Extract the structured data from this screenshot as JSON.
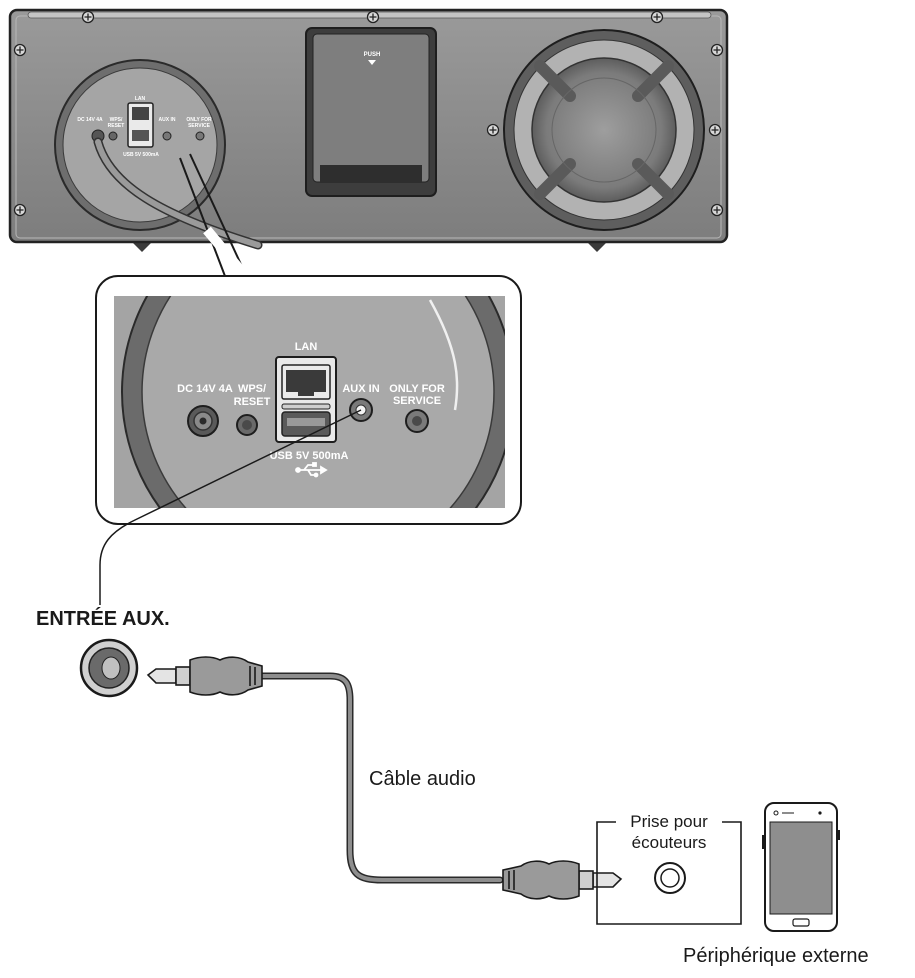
{
  "device": {
    "push_label": "PUSH",
    "small_panel": {
      "dc_label": "DC 14V 4A",
      "wps_label_line1": "WPS/",
      "wps_label_line2": "RESET",
      "lan_label": "LAN",
      "aux_label": "AUX IN",
      "service_line1": "ONLY FOR",
      "service_line2": "SERVICE",
      "usb_label": "USB 5V 500mA"
    }
  },
  "zoom_panel": {
    "dc_label": "DC 14V 4A",
    "wps_label_line1": "WPS/",
    "wps_label_line2": "RESET",
    "lan_label": "LAN",
    "aux_label": "AUX IN",
    "service_line1": "ONLY FOR",
    "service_line2": "SERVICE",
    "usb_label": "USB 5V 500mA"
  },
  "labels": {
    "aux_input": "ENTRÉE AUX.",
    "audio_cable": "Câble audio",
    "headphone_jack_line1": "Prise pour",
    "headphone_jack_line2": "écouteurs",
    "external_device": "Périphérique externe"
  },
  "colors": {
    "device_body": "#8c8c8c",
    "panel_bg": "#a8a8a8",
    "cable": "#7a7a7a",
    "outline": "#222222"
  },
  "icons": [
    "usb-icon",
    "screw-icon",
    "phone-icon"
  ]
}
